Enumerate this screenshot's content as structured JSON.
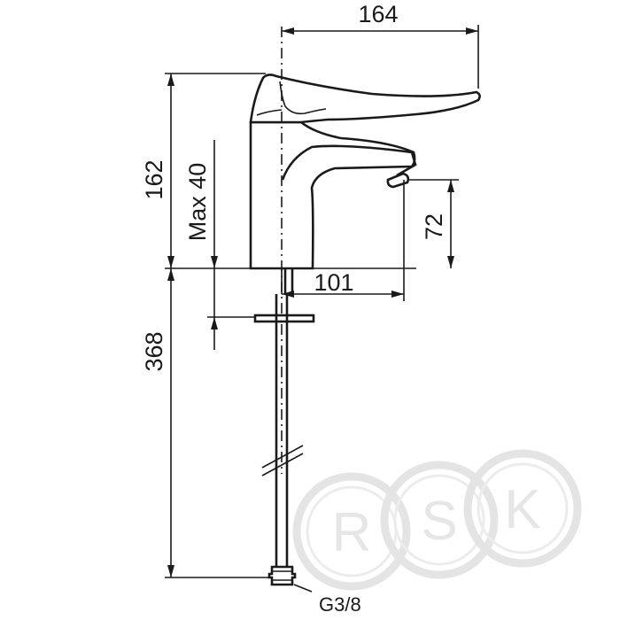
{
  "dimensions": {
    "overall_depth": "164",
    "overall_height": "162",
    "max_deck_thickness": "Max 40",
    "spout_height": "72",
    "spout_reach": "101",
    "total_length": "368"
  },
  "connection_label": "G3/8",
  "watermark": {
    "letters": [
      "R",
      "S",
      "K"
    ],
    "color": "#e4e4e4"
  }
}
